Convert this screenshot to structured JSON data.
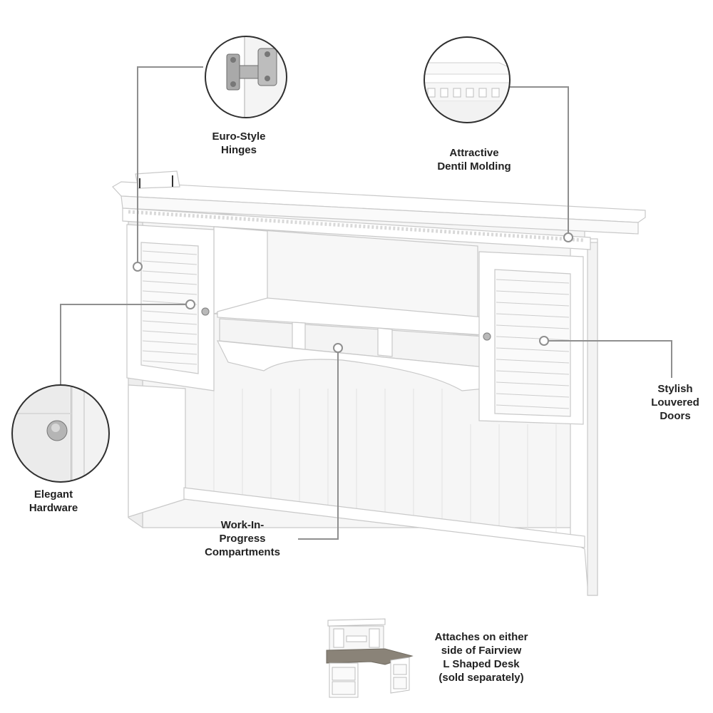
{
  "callouts": {
    "hinges": {
      "lines": [
        "Euro-Style",
        "Hinges"
      ],
      "icon": "hinge-closeup"
    },
    "dentil": {
      "lines": [
        "Attractive",
        "Dentil Molding"
      ],
      "icon": "molding-closeup"
    },
    "doors": {
      "lines": [
        "Stylish",
        "Louvered",
        "Doors"
      ]
    },
    "hardware": {
      "lines": [
        "Elegant",
        "Hardware"
      ],
      "icon": "knob-closeup"
    },
    "wip": {
      "lines": [
        "Work-In-",
        "Progress",
        "Compartments"
      ]
    },
    "attach": {
      "lines": [
        "Attaches on either",
        "side of Fairview",
        "L Shaped Desk",
        "(sold separately)"
      ],
      "icon": "l-desk-thumbnail"
    }
  },
  "colors": {
    "furniture": "#ffffff",
    "outline": "#c9c9c9",
    "shadow": "#e6e6e6",
    "leader": "#8f8f8f",
    "desk_top": "#8a8378",
    "text": "#222222"
  }
}
